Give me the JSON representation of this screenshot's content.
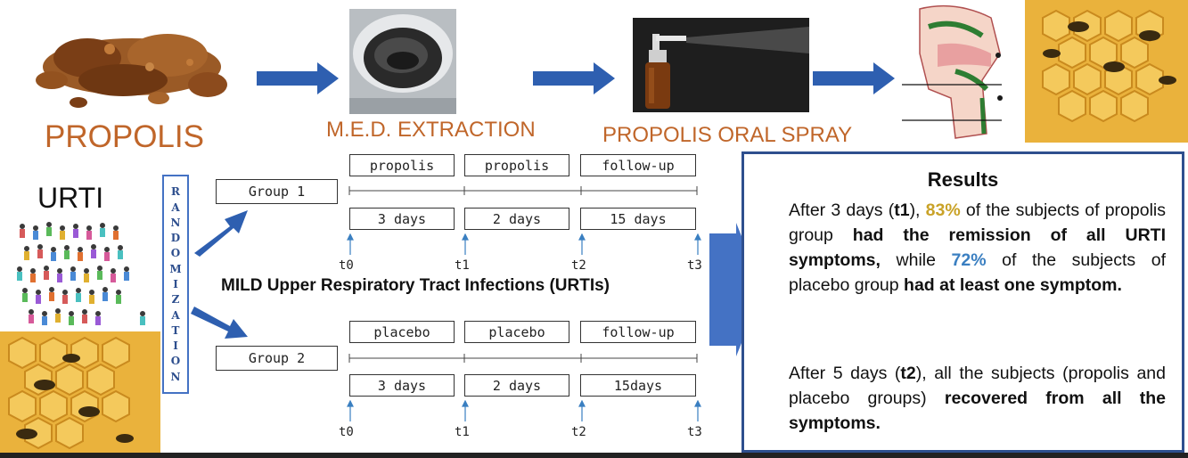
{
  "top_labels": {
    "propolis": "PROPOLIS",
    "extraction": "M.E.D. EXTRACTION",
    "spray": "PROPOLIS ORAL SPRAY"
  },
  "urti": "URTI",
  "randomization": [
    "R",
    "A",
    "N",
    "D",
    "O",
    "M",
    "I",
    "Z",
    "A",
    "T",
    "I",
    "O",
    "N"
  ],
  "group1": {
    "label": "Group 1",
    "phases": [
      "propolis",
      "propolis",
      "follow-up"
    ],
    "durations": [
      "3 days",
      "2 days",
      "15 days"
    ],
    "times": [
      "t0",
      "t1",
      "t2",
      "t3"
    ]
  },
  "group2": {
    "label": "Group 2",
    "phases": [
      "placebo",
      "placebo",
      "follow-up"
    ],
    "durations": [
      "3 days",
      "2 days",
      "15days"
    ],
    "times": [
      "t0",
      "t1",
      "t2",
      "t3"
    ]
  },
  "middle_title": "MILD Upper Respiratory Tract Infections (URTIs)",
  "results": {
    "title": "Results",
    "p1": {
      "a": "After 3 days (",
      "t1": "t1",
      "b": "), ",
      "pct1": "83%",
      "c": " of the subjects of propolis group ",
      "bold1": "had the remission of all URTI symptoms,",
      "d": " while ",
      "pct2": "72%",
      "e": " of the subjects of placebo group ",
      "bold2": "had at least one symptom."
    },
    "p2": {
      "a": "After 5 days (",
      "t2": "t2",
      "b": "), all the subjects (propolis and placebo groups) ",
      "bold": "recovered from all the symptoms."
    }
  },
  "colors": {
    "arrow_blue": "#2e5fb0",
    "label_orange": "#c0662a",
    "pct1_gold": "#c9a227",
    "pct2_blue": "#3a7fc1",
    "results_border": "#2e4f8e"
  }
}
